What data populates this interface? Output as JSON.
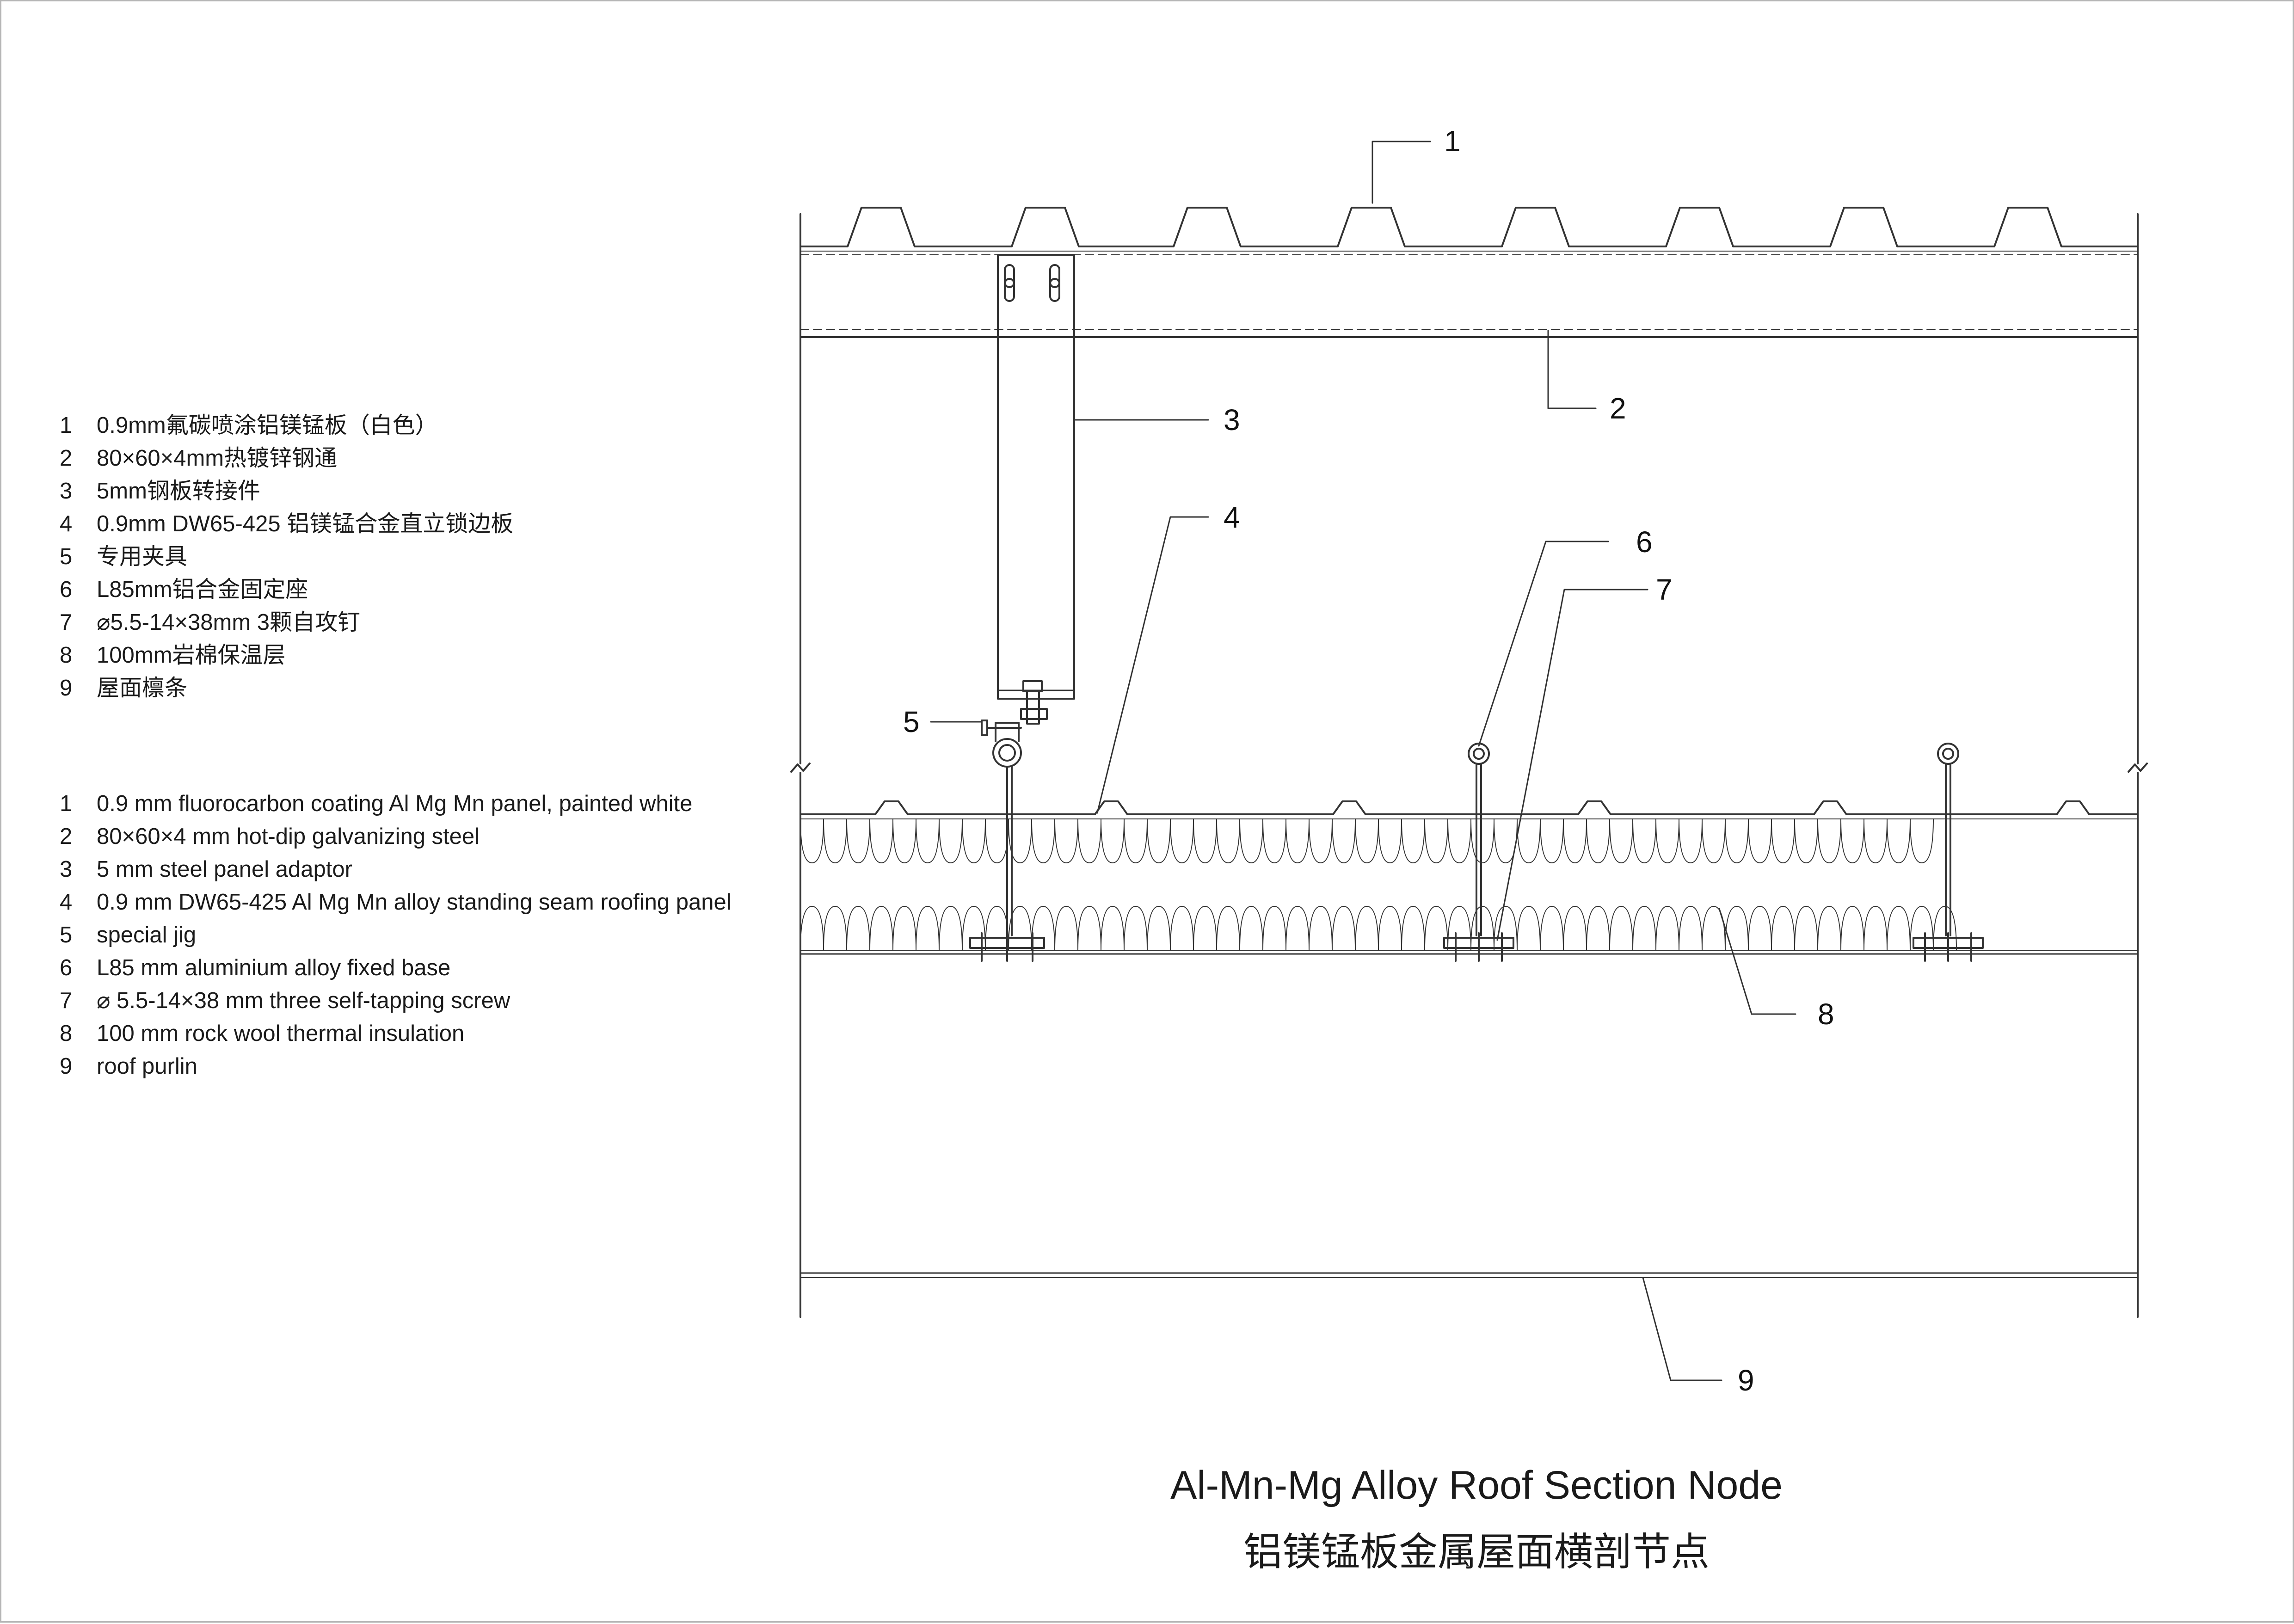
{
  "legend_cn": [
    {
      "num": "1",
      "text": "0.9mm氟碳喷涂铝镁锰板（白色）"
    },
    {
      "num": "2",
      "text": "80×60×4mm热镀锌钢通"
    },
    {
      "num": "3",
      "text": "5mm钢板转接件"
    },
    {
      "num": "4",
      "text": "0.9mm DW65-425 铝镁锰合金直立锁边板"
    },
    {
      "num": "5",
      "text": "专用夹具"
    },
    {
      "num": "6",
      "text": "L85mm铝合金固定座"
    },
    {
      "num": "7",
      "text": "⌀5.5-14×38mm 3颗自攻钉"
    },
    {
      "num": "8",
      "text": "100mm岩棉保温层"
    },
    {
      "num": "9",
      "text": "屋面檩条"
    }
  ],
  "legend_en": [
    {
      "num": "1",
      "text": "0.9 mm fluorocarbon coating Al Mg Mn panel, painted white"
    },
    {
      "num": "2",
      "text": "80×60×4 mm hot-dip galvanizing steel"
    },
    {
      "num": "3",
      "text": "5 mm steel panel adaptor"
    },
    {
      "num": "4",
      "text": "0.9 mm  DW65-425 Al Mg Mn alloy standing seam roofing panel"
    },
    {
      "num": "5",
      "text": "special jig"
    },
    {
      "num": "6",
      "text": "L85 mm aluminium alloy fixed base"
    },
    {
      "num": "7",
      "text": "⌀ 5.5-14×38 mm three self-tapping screw"
    },
    {
      "num": "8",
      "text": "100 mm rock wool thermal insulation"
    },
    {
      "num": "9",
      "text": "roof purlin"
    }
  ],
  "callouts": [
    "1",
    "2",
    "3",
    "4",
    "5",
    "6",
    "7",
    "8",
    "9"
  ],
  "title_en": "Al-Mn-Mg Alloy Roof Section Node",
  "title_cn": "铝镁锰板金属屋面横剖节点",
  "colors": {
    "line": "#333333",
    "background": "#ffffff",
    "border": "#b5b5b5"
  }
}
